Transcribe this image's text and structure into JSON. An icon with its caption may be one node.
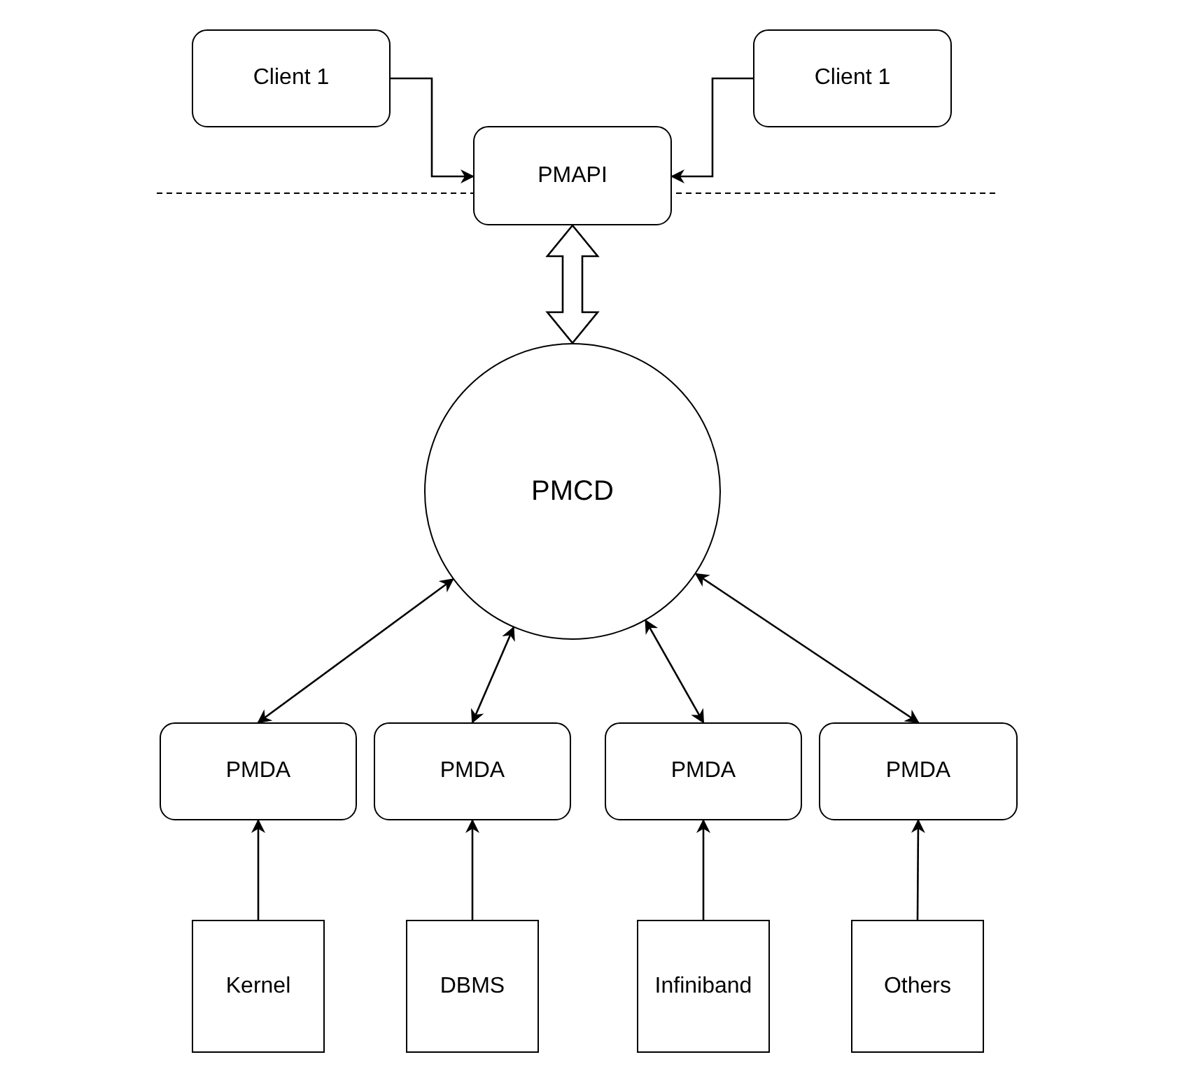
{
  "diagram": {
    "nodes": [
      {
        "text": [
          "Client 1"
        ]
      },
      {
        "text": [
          "Client 1"
        ]
      },
      {
        "text": [
          "PMAPI"
        ]
      },
      {
        "text": [
          "PMCD"
        ]
      },
      {
        "text": [
          "PMDA"
        ]
      },
      {
        "text": [
          "PMDA"
        ]
      },
      {
        "text": [
          "PMDA"
        ]
      },
      {
        "text": [
          "PMDA"
        ]
      },
      {
        "text": [
          "Kernel"
        ]
      },
      {
        "text": [
          "DBMS"
        ]
      },
      {
        "text": [
          "Infiniband"
        ]
      },
      {
        "text": [
          "Others"
        ]
      }
    ],
    "edges": [
      {
        "from": 0,
        "to": 2,
        "arrow": "to"
      },
      {
        "from": 1,
        "to": 2,
        "arrow": "to"
      },
      {
        "from": 2,
        "to": 3,
        "arrow": "both",
        "style": "thick"
      },
      {
        "from": 3,
        "to": 4,
        "arrow": "both"
      },
      {
        "from": 3,
        "to": 5,
        "arrow": "both"
      },
      {
        "from": 3,
        "to": 6,
        "arrow": "both"
      },
      {
        "from": 3,
        "to": 7,
        "arrow": "both"
      },
      {
        "from": 8,
        "to": 4,
        "arrow": "to"
      },
      {
        "from": 9,
        "to": 5,
        "arrow": "to"
      },
      {
        "from": 10,
        "to": 6,
        "arrow": "to"
      },
      {
        "from": 11,
        "to": 7,
        "arrow": "to"
      }
    ]
  }
}
